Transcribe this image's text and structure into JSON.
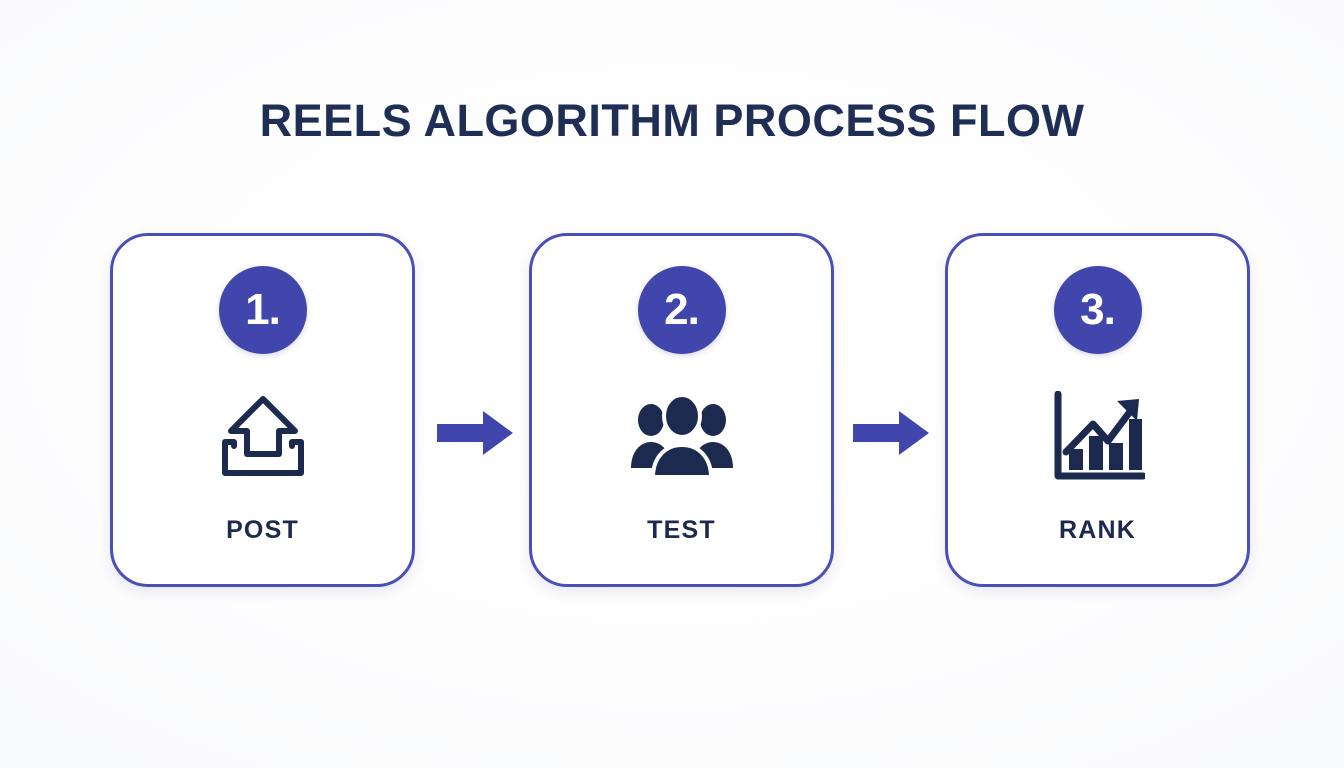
{
  "page": {
    "title": "REELS ALGORITHM PROCESS FLOW",
    "background_color": "#fbfbfc",
    "accent_color": "#4046ac",
    "border_color": "#4a4fb8",
    "icon_color": "#1b2a4e",
    "title_color": "#1e2e55"
  },
  "flow": {
    "steps": [
      {
        "number": "1.",
        "label": "POST",
        "icon": "upload-icon"
      },
      {
        "number": "2.",
        "label": "TEST",
        "icon": "users-group-icon"
      },
      {
        "number": "3.",
        "label": "RANK",
        "icon": "bar-chart-growth-icon"
      }
    ],
    "connectors": [
      {
        "icon": "arrow-right-icon"
      },
      {
        "icon": "arrow-right-icon"
      }
    ]
  }
}
